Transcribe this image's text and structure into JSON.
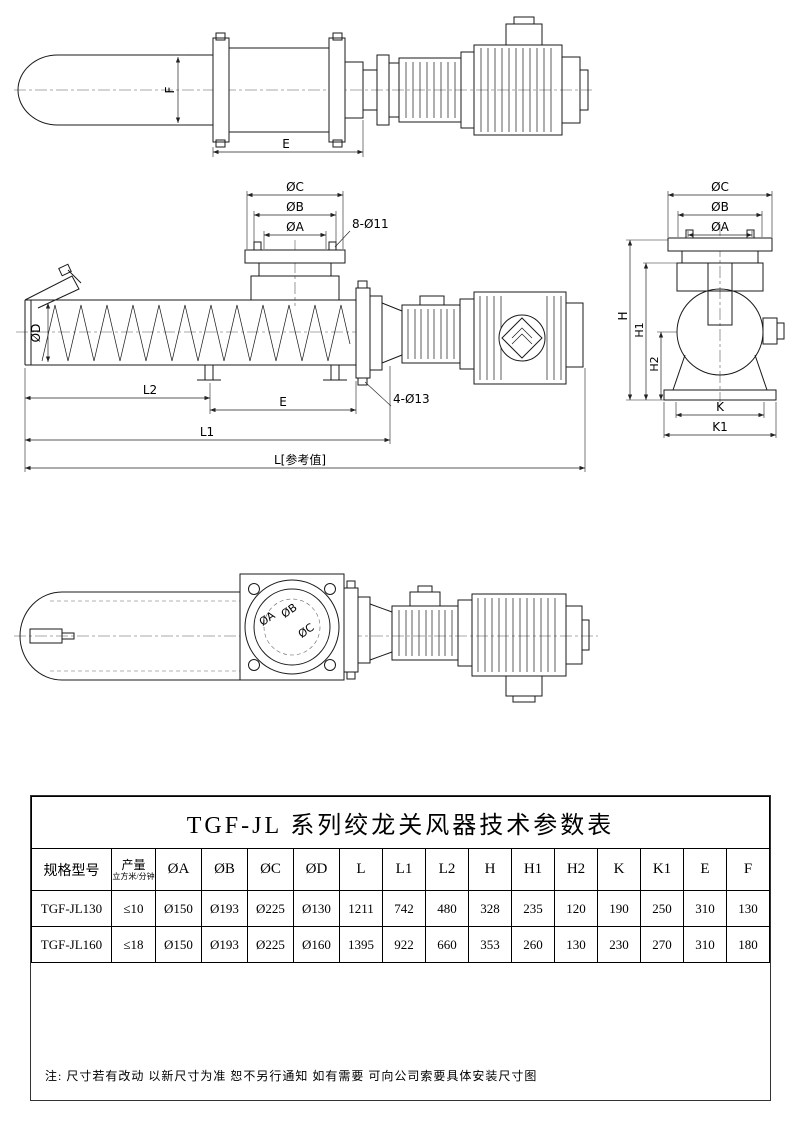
{
  "page": {
    "note": "注: 尺寸若有改动 以新尺寸为准 恕不另行通知 如有需要 可向公司索要具体安装尺寸图"
  },
  "drawings": {
    "top_view": {
      "dim_f": "F",
      "dim_e": "E"
    },
    "front_view": {
      "dim_oc": "ØC",
      "dim_ob": "ØB",
      "dim_oa": "ØA",
      "bolt_note_top": "8-Ø11",
      "dim_od": "ØD",
      "dim_l2": "L2",
      "dim_e": "E",
      "bolt_note_bottom": "4-Ø13",
      "dim_l1": "L1",
      "dim_l_ref": "L[参考值]"
    },
    "side_view": {
      "dim_oc": "ØC",
      "dim_ob": "ØB",
      "dim_oa": "ØA",
      "dim_h": "H",
      "dim_h1": "H1",
      "dim_h2": "H2",
      "dim_k": "K",
      "dim_k1": "K1"
    },
    "plan_view": {
      "dim_oa": "ØA",
      "dim_ob": "ØB",
      "dim_oc": "ØC"
    }
  },
  "table": {
    "title": "TGF-JL 系列绞龙关风器技术参数表",
    "col_model": "规格型号",
    "col_capacity": "产量",
    "col_capacity_unit": "立方米/分钟",
    "dim_headers": [
      "ØA",
      "ØB",
      "ØC",
      "ØD",
      "L",
      "L1",
      "L2",
      "H",
      "H1",
      "H2",
      "K",
      "K1",
      "E",
      "F"
    ],
    "rows": [
      {
        "model": "TGF-JL130",
        "capacity": "≤10",
        "values": [
          "Ø150",
          "Ø193",
          "Ø225",
          "Ø130",
          "1211",
          "742",
          "480",
          "328",
          "235",
          "120",
          "190",
          "250",
          "310",
          "130"
        ]
      },
      {
        "model": "TGF-JL160",
        "capacity": "≤18",
        "values": [
          "Ø150",
          "Ø193",
          "Ø225",
          "Ø160",
          "1395",
          "922",
          "660",
          "353",
          "260",
          "130",
          "230",
          "270",
          "310",
          "180"
        ]
      }
    ]
  }
}
